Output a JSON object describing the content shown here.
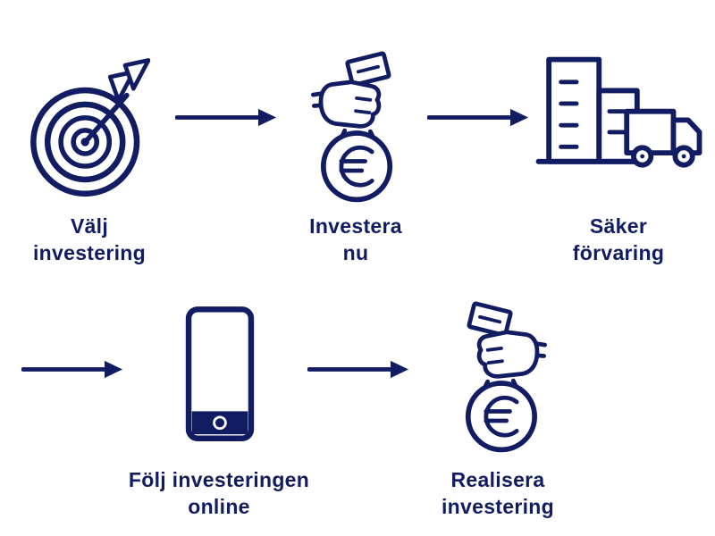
{
  "diagram": {
    "name": "investment-process-flow",
    "colors": {
      "ink": "#121c62",
      "background": "#ffffff"
    },
    "steps": [
      {
        "id": "valj-investering",
        "label": "Välj investering",
        "icon": "target-icon"
      },
      {
        "id": "investera-nu",
        "label": "Investera nu",
        "icon": "money-bag-icon"
      },
      {
        "id": "saker-forvaring",
        "label": "Säker förvaring",
        "icon": "building-truck-icon"
      },
      {
        "id": "folj-investeringen-online",
        "label": "Följ investeringen online",
        "icon": "smartphone-icon"
      },
      {
        "id": "realisera-investering",
        "label": "Realisera investering",
        "icon": "money-bag-icon"
      }
    ],
    "connector": "arrow-right"
  }
}
